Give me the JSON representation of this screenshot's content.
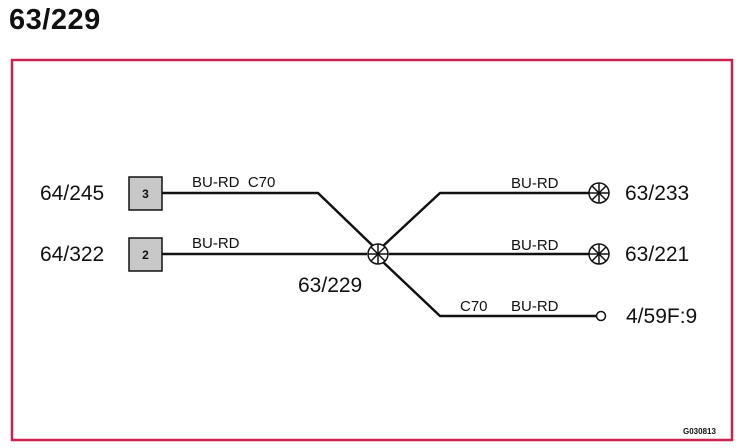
{
  "title": "63/229",
  "colors": {
    "frame": "#c8234f",
    "wire": "#111111",
    "connector_fill": "#c8c8c8"
  },
  "left_connectors": [
    {
      "label": "64/245",
      "pin": "3",
      "wire_label": "BU-RD  C70"
    },
    {
      "label": "64/322",
      "pin": "2",
      "wire_label": "BU-RD"
    }
  ],
  "splice": {
    "label": "63/229",
    "icon": "splice-cross-circle"
  },
  "right_ends": [
    {
      "label": "63/233",
      "wire_label": "BU-RD",
      "wire_code": "",
      "icon": "ground-star-circle"
    },
    {
      "label": "63/221",
      "wire_label": "BU-RD",
      "wire_code": "",
      "icon": "ground-star-circle"
    },
    {
      "label": "4/59F:9",
      "wire_label": "BU-RD",
      "wire_code": "C70",
      "icon": "terminal-open-circle"
    }
  ],
  "figure_code": "G030813"
}
